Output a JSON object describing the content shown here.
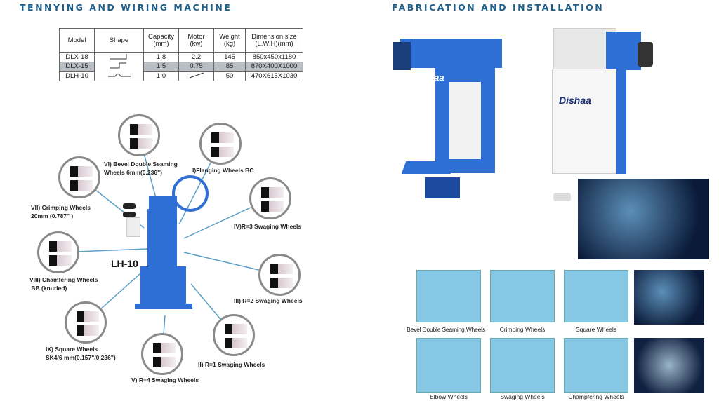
{
  "left": {
    "title": "TENNYING AND WIRING MACHINE",
    "table": {
      "headers": [
        "Model",
        "Shape",
        "Capacity\n(mm)",
        "Motor\n(kw)",
        "Weight\n(kg)",
        "Dimension size\n(L.W.H)(mm)"
      ],
      "rows": [
        {
          "model": "DLX-18",
          "capacity": "1.8",
          "motor": "2.2",
          "weight": "145",
          "dimension": "850x450x1180"
        },
        {
          "model": "DLX-15",
          "capacity": "1.5",
          "motor": "0.75",
          "weight": "85",
          "dimension": "870X400X1000"
        },
        {
          "model": "DLH-10",
          "capacity": "1.0",
          "motor": "/",
          "weight": "50",
          "dimension": "470X615X1030"
        }
      ]
    },
    "machine_label": "LH-10",
    "wheels": [
      "VI) Bevel Double Seaming\nWheels 6mm(0.236\")",
      "I)Flanging Wheels BC",
      "VII) Crimping Wheels\n20mm (0.787\" )",
      "IV)R=3 Swaging Wheels",
      "VIII) Chamfering Wheels\n BB (knurled)",
      "III) R=2 Swaging Wheels",
      "IX) Square Wheels\nSK4/6 mm(0.157\"/0.236\")",
      "II) R=1 Swaging Wheels",
      "V) R=4 Swaging Wheels"
    ]
  },
  "right": {
    "title": "FABRICATION AND INSTALLATION",
    "brand": "Dishaa",
    "captions": [
      "Bevel Double Seaming Wheels",
      "Crimping Wheels",
      "Square Wheels",
      "Elbow Wheels",
      "Swaging Wheels",
      "Champfering Wheels"
    ]
  },
  "colors": {
    "machine": "#2e6fd6",
    "title": "#1d5f8a",
    "panel": "#87c7e6"
  }
}
